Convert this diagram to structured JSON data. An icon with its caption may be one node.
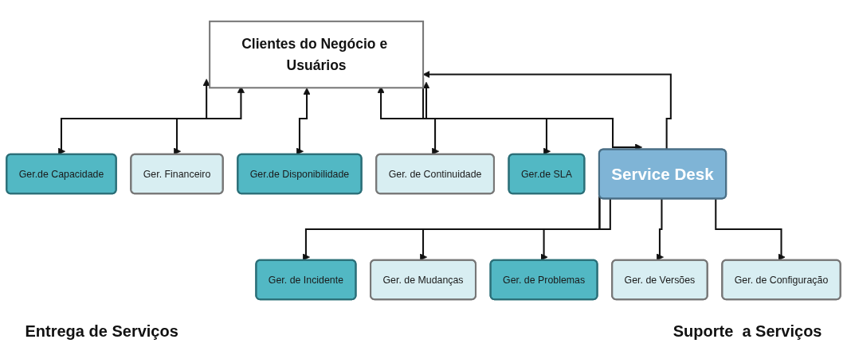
{
  "diagram": {
    "nodes": [
      {
        "text": [
          "Clientes do Negócio e Usuários"
        ]
      },
      {
        "text": [
          "Service Desk"
        ]
      },
      {
        "text": [
          "Ger.de Capacidade"
        ]
      },
      {
        "text": [
          "Ger. Financeiro"
        ]
      },
      {
        "text": [
          "Ger.de Disponibilidade"
        ]
      },
      {
        "text": [
          "Ger. de Continuidade"
        ]
      },
      {
        "text": [
          "Ger.de SLA"
        ]
      },
      {
        "text": [
          "Ger. de Incidente"
        ]
      },
      {
        "text": [
          "Ger. de Mudanças"
        ]
      },
      {
        "text": [
          "Ger. de Problemas"
        ]
      },
      {
        "text": [
          "Ger. de Versões"
        ]
      },
      {
        "text": [
          "Ger. de Configuração"
        ]
      }
    ],
    "edges": [
      {
        "from": 0,
        "to": 2,
        "arrow": "both"
      },
      {
        "from": 0,
        "to": 3,
        "arrow": "both"
      },
      {
        "from": 0,
        "to": 4,
        "arrow": "both"
      },
      {
        "from": 0,
        "to": 5,
        "arrow": "both"
      },
      {
        "from": 0,
        "to": 6,
        "arrow": "both"
      },
      {
        "from": 1,
        "to": 0,
        "arrow": "to"
      },
      {
        "from": 0,
        "to": 1,
        "arrow": "to"
      },
      {
        "from": 1,
        "to": 7,
        "arrow": "to"
      },
      {
        "from": 1,
        "to": 8,
        "arrow": "to"
      },
      {
        "from": 1,
        "to": 9,
        "arrow": "to"
      },
      {
        "from": 1,
        "to": 10,
        "arrow": "to"
      },
      {
        "from": 1,
        "to": 11,
        "arrow": "to"
      }
    ],
    "labels": [
      "Entrega de Serviços",
      "Suporte  a Serviços"
    ]
  }
}
